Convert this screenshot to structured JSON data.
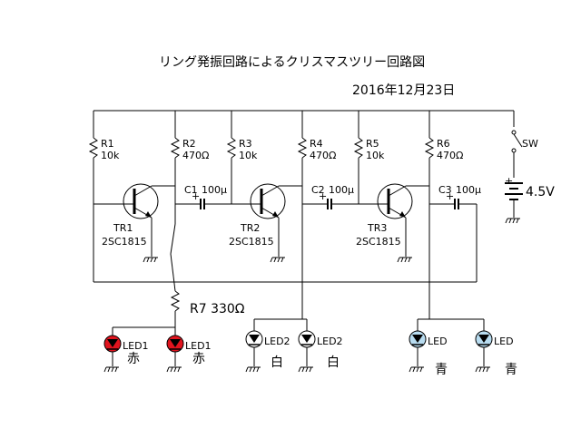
{
  "title": "リング発振回路によるクリスマスツリー回路図",
  "date": "2016年12月23日",
  "resistors": [
    {
      "name": "R1",
      "value": "10k"
    },
    {
      "name": "R2",
      "value": "470Ω"
    },
    {
      "name": "R3",
      "value": "10k"
    },
    {
      "name": "R4",
      "value": "470Ω"
    },
    {
      "name": "R5",
      "value": "10k"
    },
    {
      "name": "R6",
      "value": "470Ω"
    }
  ],
  "r7": "R7 330Ω",
  "capacitors": [
    {
      "name": "C1",
      "value": "100μ"
    },
    {
      "name": "C2",
      "value": "100μ"
    },
    {
      "name": "C3",
      "value": "100μ"
    }
  ],
  "transistors": [
    {
      "name": "TR1",
      "part": "2SC1815"
    },
    {
      "name": "TR2",
      "part": "2SC1815"
    },
    {
      "name": "TR3",
      "part": "2SC1815"
    }
  ],
  "switch": "SW",
  "battery": "4.5V",
  "plus": "+",
  "leds": [
    {
      "name": "LED1",
      "color_word": "赤",
      "fill": "#e0141e"
    },
    {
      "name": "LED1",
      "color_word": "赤",
      "fill": "#e0141e"
    },
    {
      "name": "LED2",
      "color_word": "白",
      "fill": "#ffffff"
    },
    {
      "name": "LED2",
      "color_word": "白",
      "fill": "#ffffff"
    },
    {
      "name": "LED",
      "color_word": "青",
      "fill": "#b8dcf0"
    },
    {
      "name": "LED",
      "color_word": "青",
      "fill": "#b8dcf0"
    }
  ]
}
